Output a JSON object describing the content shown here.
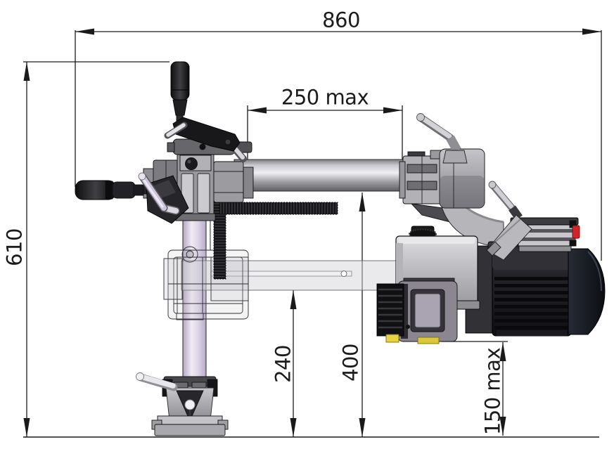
{
  "diagram": {
    "kind": "engineering-dimension-drawing",
    "background": "#ffffff",
    "line_color": "#1a1a1a",
    "dimensions": {
      "overall_width": {
        "text": "860",
        "orientation": "horizontal"
      },
      "overall_height": {
        "text": "610",
        "orientation": "vertical"
      },
      "horizontal_travel": {
        "text": "250 max",
        "orientation": "horizontal"
      },
      "bar_tip_height": {
        "text": "240",
        "orientation": "vertical"
      },
      "arm_height": {
        "text": "400",
        "orientation": "vertical"
      },
      "under_clearance": {
        "text": "150 max",
        "orientation": "vertical"
      }
    },
    "machine_parts": [
      "crank-handle",
      "feed-lever",
      "vertical-column",
      "column-base-clamp",
      "base-handle",
      "horizontal-arm",
      "arm-clamp-head",
      "clamp-handles",
      "gooseneck-housing",
      "oil-tank",
      "gear-unit",
      "drive-motor",
      "motor-fan-cover",
      "motor-terminal-box",
      "red-power-switch",
      "ghost-boring-bar",
      "feed-screws"
    ],
    "accent_colors": {
      "switch_red": "#cf2428",
      "label_yellow": "#e6d243",
      "column_lavender": "#d6cbe2",
      "motor_dark": "#1b1d24"
    }
  }
}
